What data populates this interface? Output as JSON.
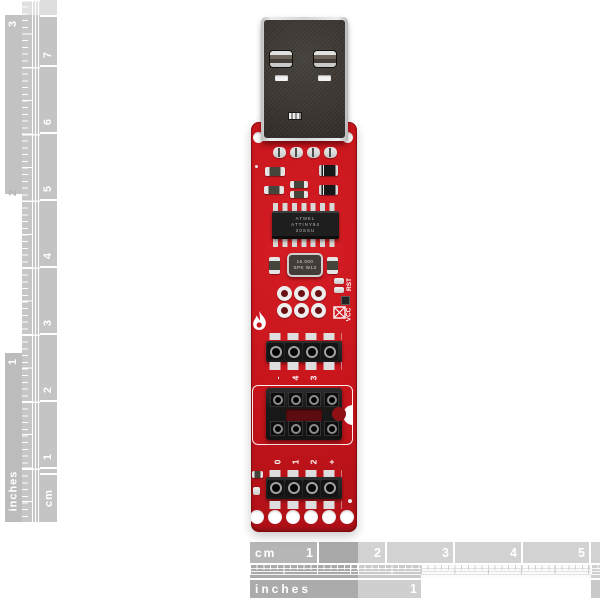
{
  "ruler_left": {
    "inch_labels": [
      "3",
      "2",
      "1"
    ],
    "inch_unit_label": "inches",
    "cm_labels": [
      "7",
      "6",
      "5",
      "4",
      "3",
      "2",
      "1"
    ],
    "cm_unit_label": "cm"
  },
  "ruler_bottom": {
    "cm_unit_label": "cm",
    "cm_labels": [
      "1",
      "2",
      "3",
      "4",
      "5"
    ],
    "inch_unit_label": "inches",
    "inch_labels": [
      "1"
    ]
  },
  "pcb": {
    "ic_text": {
      "line1": "ATMEL",
      "line2": "ATTINY84",
      "line3": "20SSU"
    },
    "crystal_text": {
      "line1": "16.000",
      "line2": "SPK W13"
    },
    "silk_labels": {
      "rst": "RST",
      "vcc": "VCC",
      "header_top_row": [
        "-",
        "4",
        "3"
      ],
      "header_bottom_row": [
        "0",
        "1",
        "2",
        "+"
      ]
    }
  },
  "colors": {
    "board_red": "#c6141b",
    "ruler_gray_dark": "#a9a9a9",
    "ruler_gray_mid": "#c4c4c4",
    "ruler_gray_light": "#d2d2d2",
    "silkscreen_white": "#ffffff",
    "usb_metal_face": "#39342f"
  }
}
